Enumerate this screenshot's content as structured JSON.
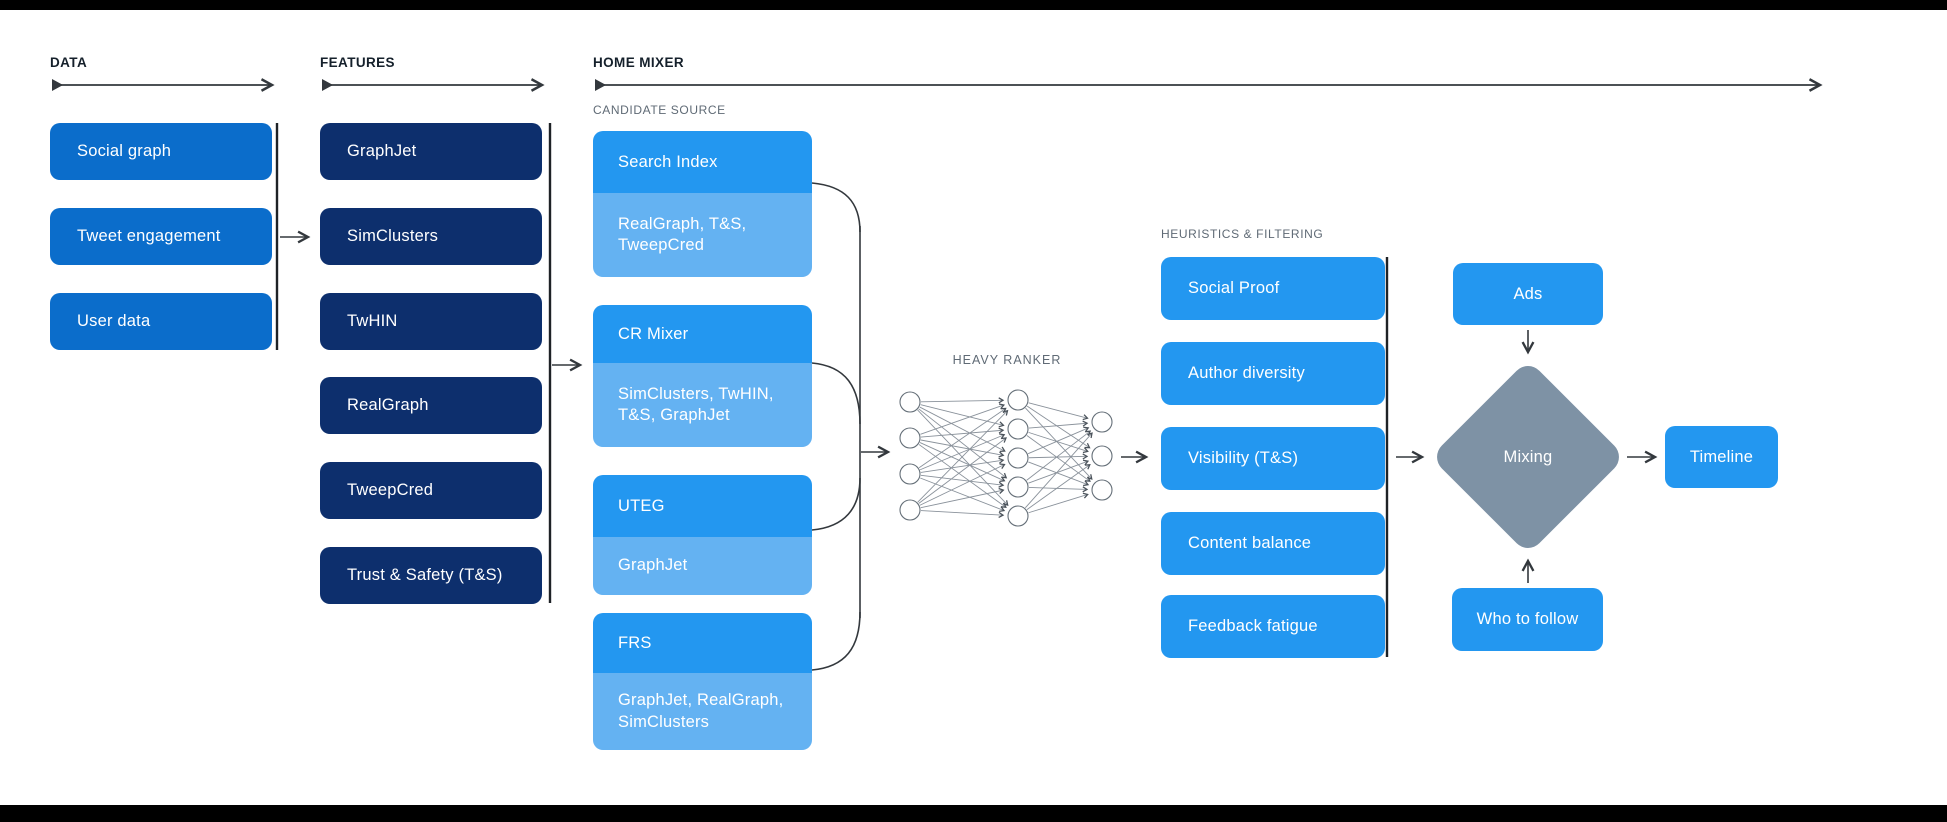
{
  "colors": {
    "data_box": "#0b6dcb",
    "feature_box": "#0d2f6d",
    "source_header": "#2397f0",
    "source_sub": "#64b2f2",
    "filter_box": "#2397f0",
    "output_box": "#2397f0",
    "diamond": "#7e92a5",
    "line": "#33383d",
    "divider": "#1e2226",
    "net_edge": "#8a929b",
    "net_node_stroke": "#667079",
    "label_dark": "#15202b",
    "label_gray": "#5f6a75",
    "box_text": "#ffffff",
    "bar": "#000000"
  },
  "headers": {
    "data": "DATA",
    "features": "FEATURES",
    "home_mixer": "HOME MIXER"
  },
  "data_sources": {
    "items": [
      "Social graph",
      "Tweet engagement",
      "User data"
    ]
  },
  "features": {
    "items": [
      "GraphJet",
      "SimClusters",
      "TwHIN",
      "RealGraph",
      "TweepCred",
      "Trust & Safety (T&S)"
    ]
  },
  "candidate_source": {
    "label": "CANDIDATE SOURCE",
    "groups": [
      {
        "title": "Search Index",
        "sub": "RealGraph, T&S,\nTweepCred"
      },
      {
        "title": "CR Mixer",
        "sub": "SimClusters, TwHIN,\nT&S, GraphJet"
      },
      {
        "title": "UTEG",
        "sub": "GraphJet"
      },
      {
        "title": "FRS",
        "sub": "GraphJet, RealGraph,\nSimClusters"
      }
    ]
  },
  "heavy_ranker": {
    "label": "HEAVY RANKER"
  },
  "heuristics": {
    "label": "HEURISTICS & FILTERING",
    "items": [
      "Social Proof",
      "Author diversity",
      "Visibility (T&S)",
      "Content balance",
      "Feedback fatigue"
    ]
  },
  "mixing": {
    "ads": "Ads",
    "diamond": "Mixing",
    "who_to_follow": "Who to follow",
    "timeline": "Timeline"
  }
}
